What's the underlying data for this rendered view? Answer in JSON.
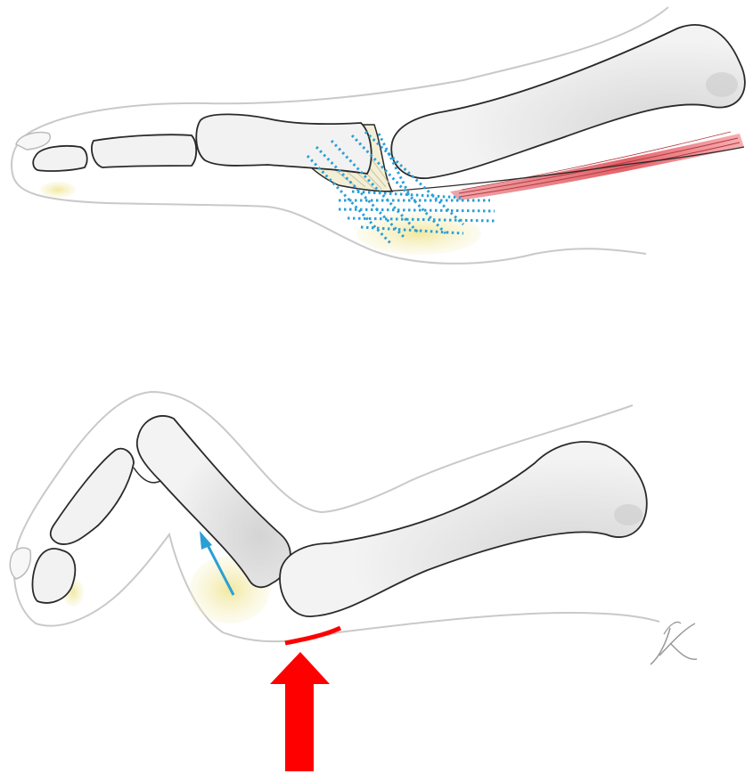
{
  "figures": [
    {
      "id": "upper",
      "state": "neutral",
      "regions": [
        "skin-outline",
        "distal-phalanx",
        "middle-phalanx",
        "proximal-phalanx",
        "metatarsal",
        "plantar-plate",
        "fat-pad",
        "muscle",
        "ligament-lines"
      ]
    },
    {
      "id": "lower",
      "state": "flexed",
      "regions": [
        "skin-outline",
        "distal-phalanx",
        "middle-phalanx",
        "proximal-phalanx",
        "metatarsal",
        "fat-pad",
        "pressure-arc",
        "force-arrow",
        "direction-arrow"
      ]
    }
  ],
  "colors": {
    "skin_outline": "#c8c8c8",
    "bone_outline": "#2a2a2a",
    "bone_fill": "#f1f1f1",
    "bone_shade": "#dadada",
    "fat_pad": "#f3edb0",
    "muscle": "#e0585f",
    "ligament": "#2a9fd6",
    "force_arrow": "#ff0000",
    "signature": "#9a9a9a"
  },
  "signature_text": "K"
}
